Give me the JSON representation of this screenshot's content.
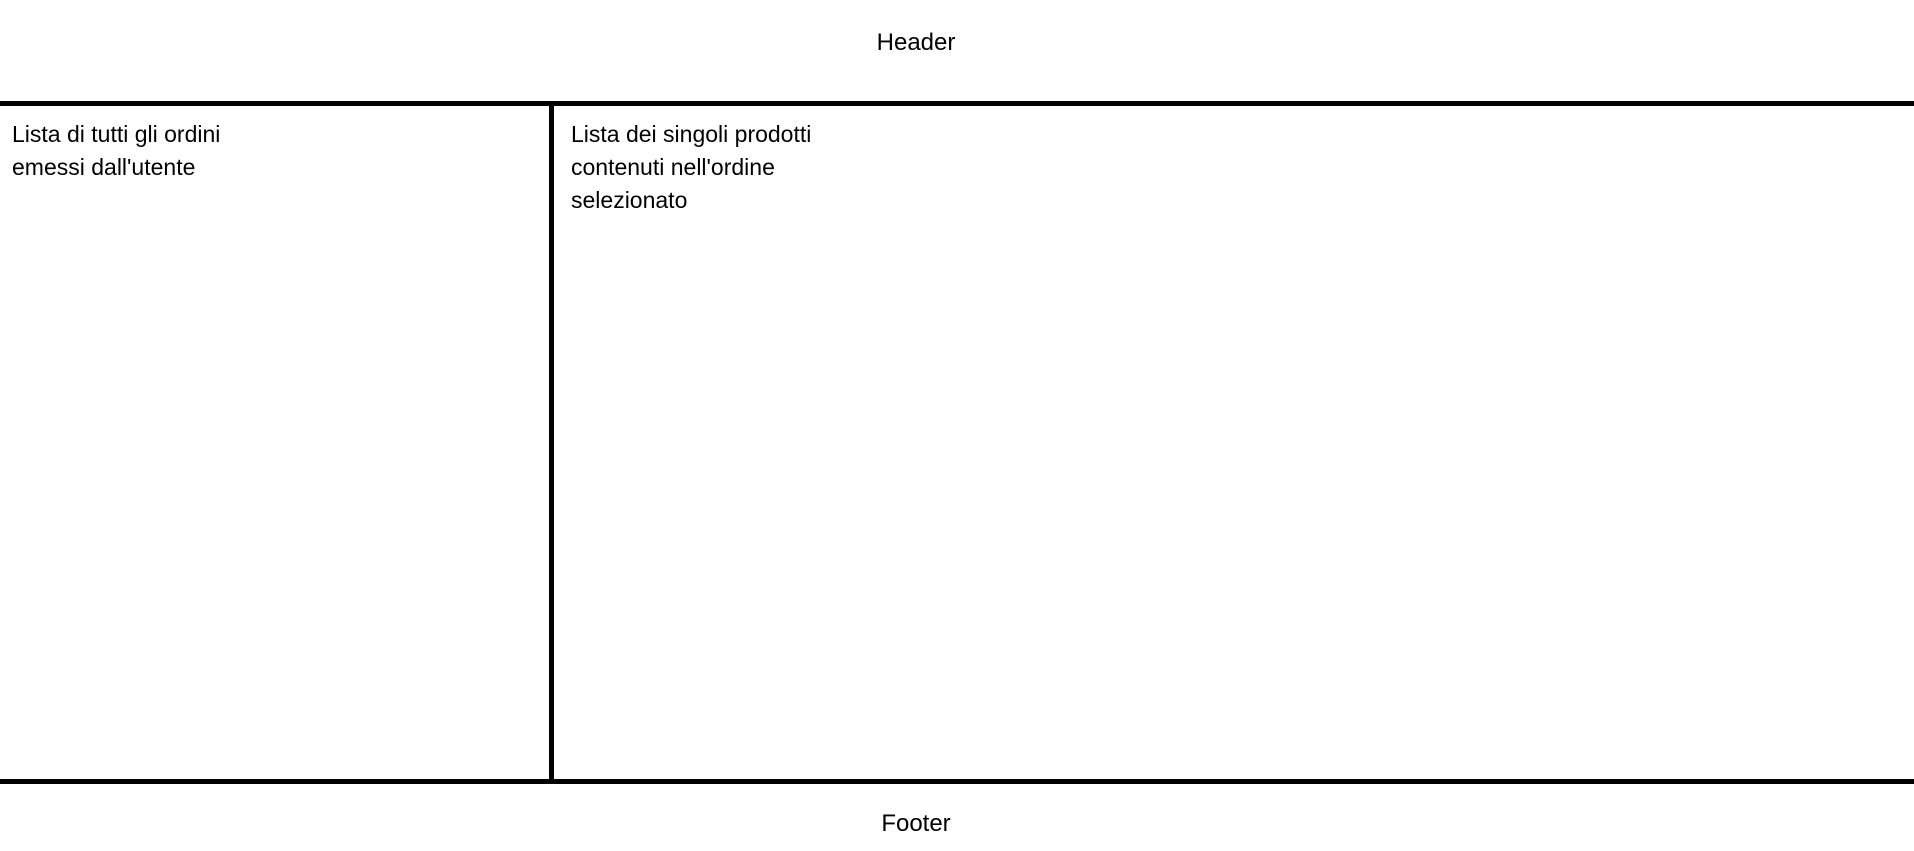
{
  "header": {
    "label": "Header"
  },
  "left_panel": {
    "text": "Lista di tutti gli ordini\nemessi dall'utente"
  },
  "right_panel": {
    "text": "Lista dei singoli prodotti\ncontenuti nell'ordine\nselezionato"
  },
  "footer": {
    "label": "Footer"
  },
  "colors": {
    "background": "#ffffff",
    "lines": "#000000",
    "text": "#000000"
  }
}
